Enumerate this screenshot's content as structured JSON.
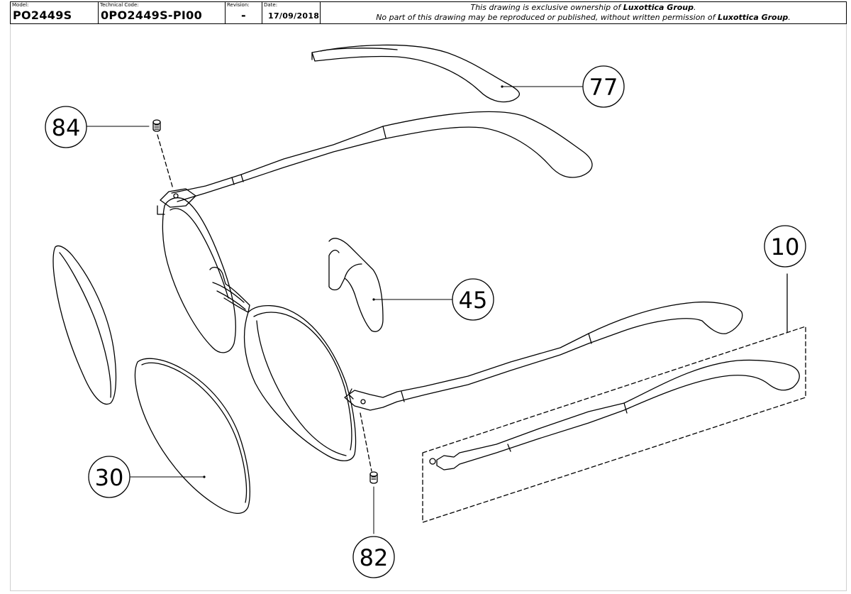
{
  "title_block": {
    "model_label": "Model:",
    "model_value": "PO2449S",
    "technical_code_label": "Technical Code:",
    "technical_code_value": "0PO2449S-PI00",
    "revision_label": "Revision:",
    "revision_value": "-",
    "date_label": "Date:",
    "date_value": "17/09/2018",
    "notice_line1_prefix": "This drawing is exclusive ownership of ",
    "notice_line1_company": "Luxottica Group",
    "notice_line1_suffix": ".",
    "notice_line2_prefix": "No part of this drawing may be reproduced or published, without written permission of ",
    "notice_line2_company": "Luxottica Group",
    "notice_line2_suffix": "."
  },
  "callouts": [
    {
      "id": "77",
      "label": "77"
    },
    {
      "id": "84",
      "label": "84"
    },
    {
      "id": "10",
      "label": "10"
    },
    {
      "id": "45",
      "label": "45"
    },
    {
      "id": "30",
      "label": "30"
    },
    {
      "id": "82",
      "label": "82"
    }
  ]
}
